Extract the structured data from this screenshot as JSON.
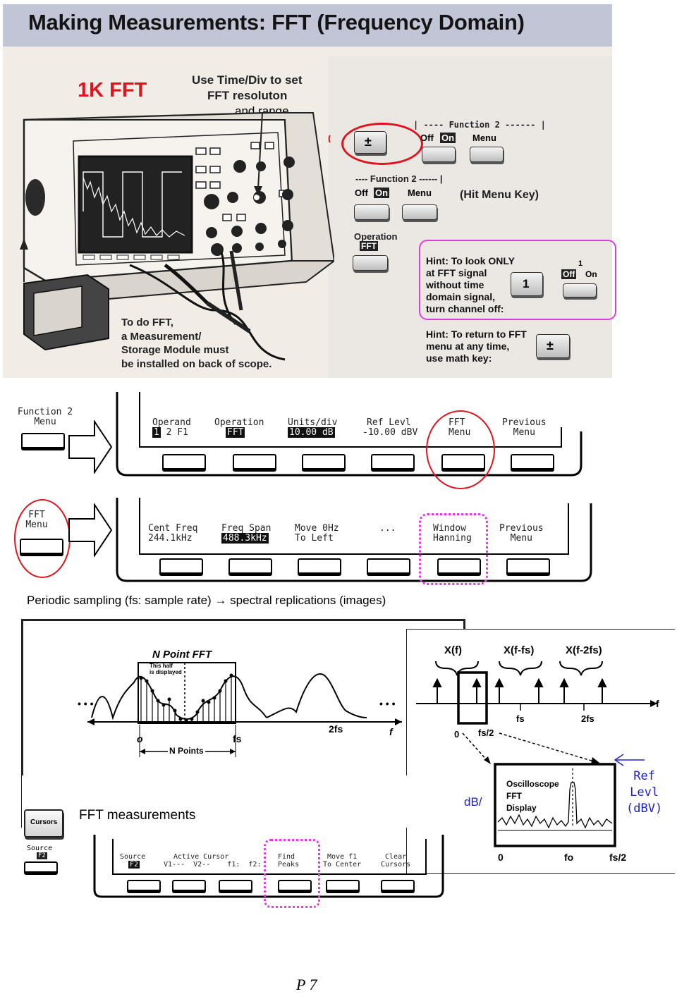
{
  "banner": {
    "title": "Making Measurements: FFT (Frequency Domain)",
    "fft_size": "1K FFT",
    "timediv_note_1": "Use Time/Div to set",
    "timediv_note_2": "FFT resoluton",
    "timediv_note_3": "and range",
    "module_note": [
      "To do FFT,",
      "a Measurement/",
      "Storage Module must",
      "be installed on back of scope."
    ]
  },
  "keys": {
    "plus_minus": "±",
    "function2_header": "---- Function 2 ------",
    "off": "Off",
    "on": "On",
    "menu": "Menu",
    "hit_menu_key": "(Hit Menu Key)",
    "operation": "Operation",
    "fft": "FFT",
    "channel_1": "1",
    "small_1": "1"
  },
  "hints": {
    "fft_only": [
      "Hint: To look ONLY",
      "at FFT signal",
      "without time",
      "domain signal,",
      "turn channel off:"
    ],
    "return_fft": [
      "Hint: To return to FFT",
      "menu at any time,",
      "use math key:"
    ]
  },
  "menu1": {
    "side_label": [
      "Function 2",
      "Menu"
    ],
    "items": [
      {
        "line1": "Operand",
        "line2_pre": "",
        "line2_inv": "1",
        "line2_post": " 2 F1"
      },
      {
        "line1": "Operation",
        "line2_pre": "",
        "line2_inv": "FFT",
        "line2_post": ""
      },
      {
        "line1": "Units/div",
        "line2_pre": "",
        "line2_inv": "10.00 dB",
        "line2_post": ""
      },
      {
        "line1": "Ref Levl",
        "line2_pre": "-10.00 dBV",
        "line2_inv": "",
        "line2_post": ""
      },
      {
        "line1": "FFT",
        "line2_pre": "Menu",
        "line2_inv": "",
        "line2_post": ""
      },
      {
        "line1": "Previous",
        "line2_pre": "Menu",
        "line2_inv": "",
        "line2_post": ""
      }
    ]
  },
  "menu2": {
    "side_label": [
      "FFT",
      "Menu"
    ],
    "items": [
      {
        "line1": "Cent Freq",
        "line2_pre": "244.1kHz",
        "line2_inv": ""
      },
      {
        "line1": "Freq Span",
        "line2_pre": "",
        "line2_inv": "488.3kHz"
      },
      {
        "line1": "Move 0Hz",
        "line2_pre": "To Left",
        "line2_inv": ""
      },
      {
        "line1": "",
        "line2_pre": "...",
        "line2_inv": ""
      },
      {
        "line1": "Window",
        "line2_pre": "Hanning",
        "line2_inv": ""
      },
      {
        "line1": "Previous",
        "line2_pre": "Menu",
        "line2_inv": ""
      }
    ]
  },
  "sampling_caption": "Periodic sampling (fs: sample rate) → spectral replications (images)",
  "fft_diagram": {
    "title": "N Point FFT",
    "half_note": [
      "This half",
      "is displayed"
    ],
    "dots": "• • •",
    "o": "o",
    "fs": "fs",
    "two_fs": "2fs",
    "f": "f",
    "n_points": "N Points"
  },
  "image_diagram": {
    "xf": "X(f)",
    "xf_fs": "X(f-fs)",
    "xf_2fs": "X(f-2fs)",
    "f": "f",
    "zero": "0",
    "fs_half": "fs/2",
    "fs": "fs",
    "two_fs": "2fs",
    "scope_label": [
      "Oscilloscope",
      "FFT",
      "Display"
    ],
    "axis_0": "0",
    "axis_fo": "fo",
    "axis_fs2": "fs/2",
    "db_label": "dB/",
    "ref_levl": [
      "Ref",
      "Levl",
      "(dBV)"
    ]
  },
  "measurements": {
    "caption": "FFT measurements",
    "cursors_key": "Cursors",
    "source_label": "Source",
    "source_value": "F2",
    "items": [
      {
        "line1": "Source",
        "line2": "F2"
      },
      {
        "line1": "Active Cursor",
        "line2": "V1---  V2--    f1:  f2:"
      },
      {
        "line1": "Find",
        "line2": "Peaks"
      },
      {
        "line1": "Move f1",
        "line2": "To Center"
      },
      {
        "line1": "Clear",
        "line2": "Cursors"
      }
    ]
  },
  "page_number": "P 7",
  "colors": {
    "banner_bg": "#c2c5d5",
    "scope_bg": "#f1ece6",
    "highlight_red": "#e0141e",
    "highlight_magenta": "#e23ae2",
    "arrow_blue": "#1e22cc"
  }
}
